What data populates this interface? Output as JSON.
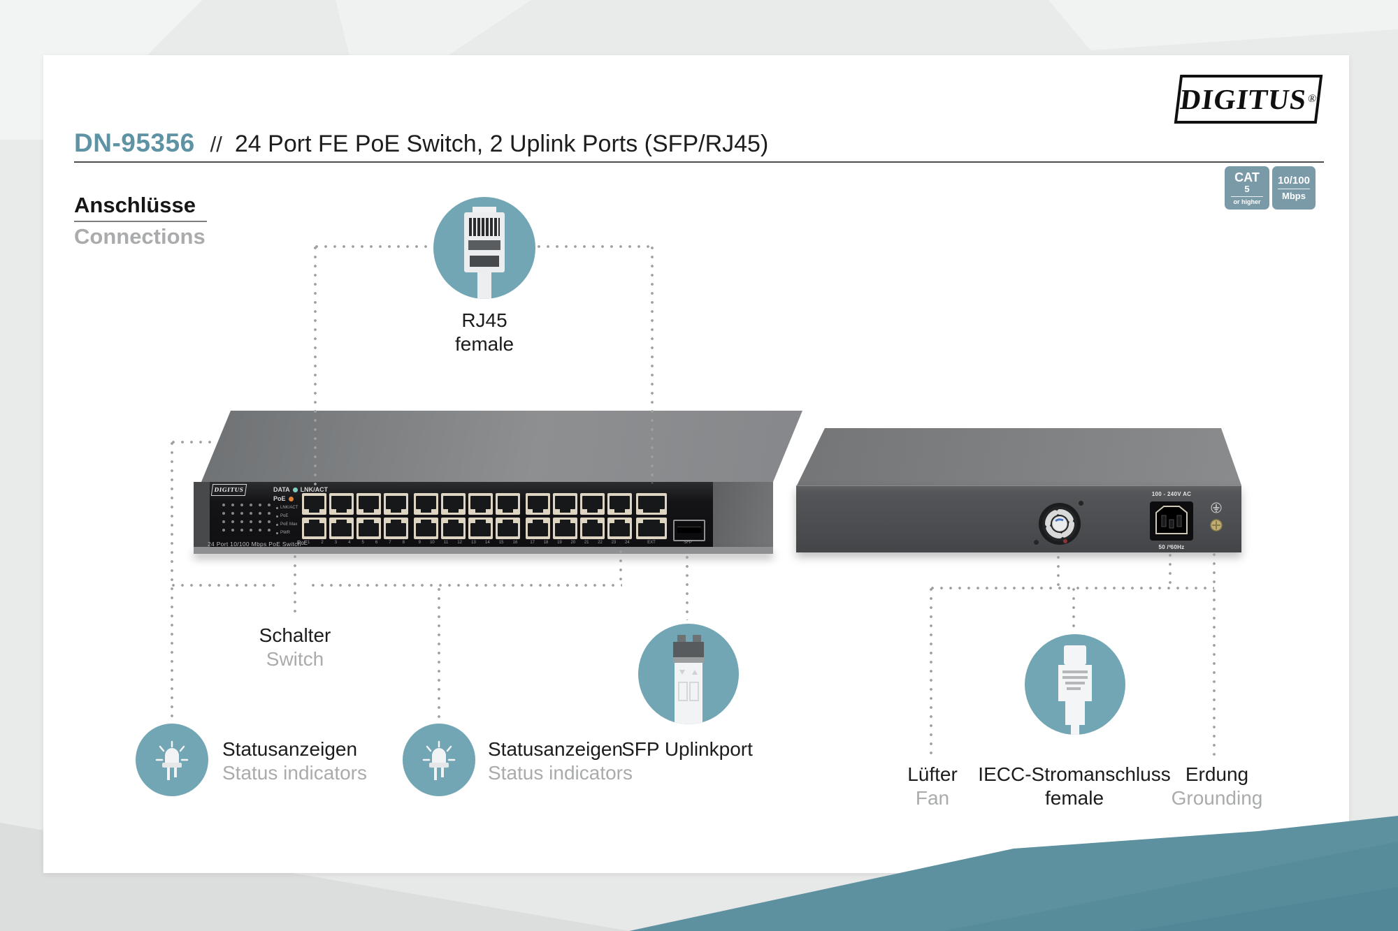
{
  "brand": {
    "name": "DIGITUS",
    "registered": "®"
  },
  "header": {
    "product_code": "DN-95356",
    "separator": "//",
    "title": "24 Port FE PoE Switch, 2 Uplink Ports (SFP/RJ45)"
  },
  "section": {
    "title_de": "Anschlüsse",
    "title_en": "Connections"
  },
  "badges": {
    "cat5": {
      "top": "CAT",
      "mid": "5",
      "bottom": "or higher"
    },
    "speed": {
      "top": "10/100",
      "bottom": "Mbps"
    }
  },
  "callouts": {
    "rj45": {
      "line1": "RJ45",
      "line2": "female"
    },
    "schalter": {
      "line1": "Schalter",
      "line2": "Switch"
    },
    "status_left": {
      "line1": "Statusanzeigen",
      "line2": "Status indicators"
    },
    "status_right": {
      "line1": "Statusanzeigen",
      "line2": "Status indicators"
    },
    "sfp": {
      "line1": "SFP Uplinkport"
    },
    "fan": {
      "line1": "Lüfter",
      "line2": "Fan"
    },
    "power": {
      "line1": "IECC-Stromanschluss",
      "line2": "female"
    },
    "ground": {
      "line1": "Erdung",
      "line2": "Grounding"
    }
  },
  "front_panel": {
    "brand": "DIGITUS",
    "data_label": "DATA",
    "link_label": "LNK/ACT",
    "poe_label": "PoE",
    "model_label": "24 Port 10/100 Mbps PoE Switch",
    "poe_row_label": "PoE",
    "led_legend": [
      "LNK/ACT",
      "PoE",
      "PoE Max",
      "PWR"
    ],
    "port_groups": [
      [
        "1",
        "2",
        "3",
        "4",
        "5",
        "6",
        "7",
        "8"
      ],
      [
        "9",
        "10",
        "11",
        "12",
        "13",
        "14",
        "15",
        "16"
      ],
      [
        "17",
        "18",
        "19",
        "20",
        "21",
        "22",
        "23",
        "24"
      ]
    ],
    "uplink_labels": [
      "EXT",
      "SFP"
    ]
  },
  "rear_panel": {
    "voltage_label": "100 - 240V AC",
    "frequency_label": "50 / 60Hz"
  },
  "colors": {
    "accent_text": "#5d93a4",
    "badge": "#7b9aa8",
    "circle": "#73a6b4",
    "wedge": "#5e919f",
    "label_gray": "#a9abad",
    "dots": "#9da0a0"
  }
}
